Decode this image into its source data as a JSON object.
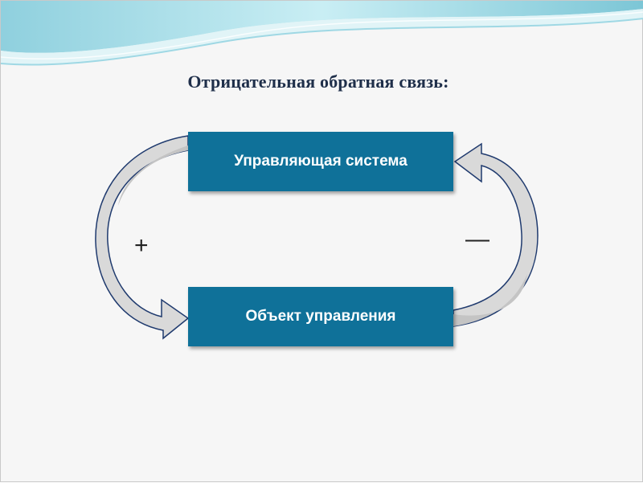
{
  "slide": {
    "title": "Отрицательная обратная связь:"
  },
  "diagram": {
    "top_box": "Управляющая система",
    "bottom_box": "Объект управления",
    "left_sign": "+",
    "right_sign": "—"
  },
  "colors": {
    "box_fill": "#0f7199",
    "arrow_gray": "#c8c8c8",
    "arrow_outline": "#1f3a6e",
    "wave_light": "#bfe6ee",
    "wave_teal": "#7fcad8"
  }
}
